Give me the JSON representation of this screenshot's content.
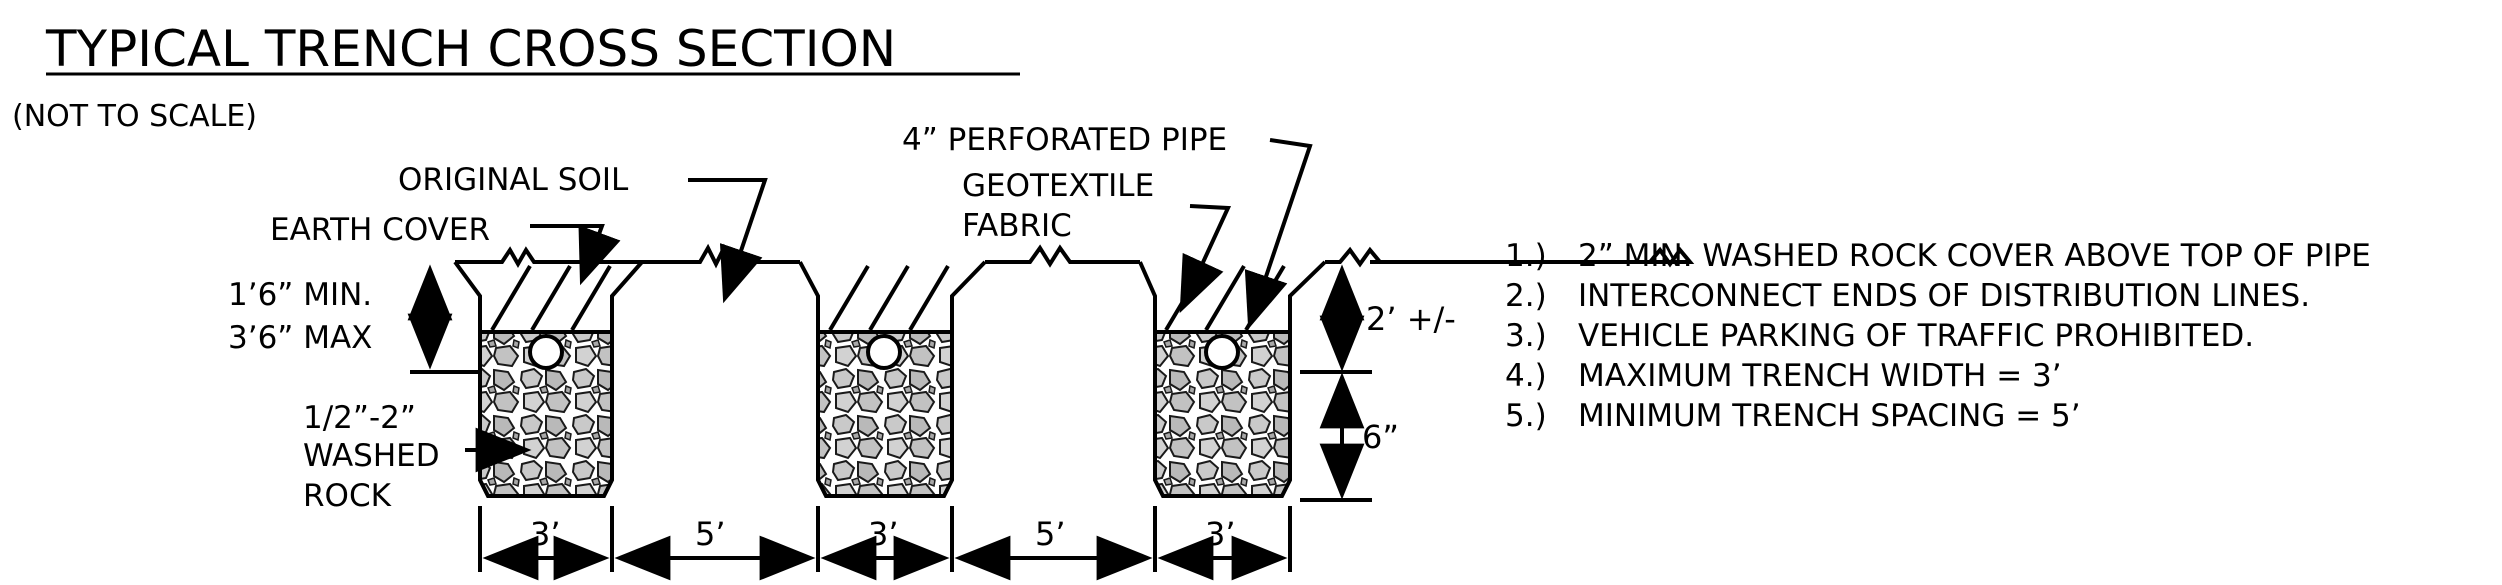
{
  "title": "TYPICAL TRENCH CROSS SECTION",
  "subtitle": "(NOT TO SCALE)",
  "labels": {
    "original_soil": "ORIGINAL SOIL",
    "earth_cover": "EARTH COVER",
    "depth_min": "1’6” MIN.",
    "depth_max": "3’6” MAX",
    "rock_line1": "1/2”-2”",
    "rock_line2": "WASHED",
    "rock_line3": "ROCK",
    "perforated_pipe": "4” PERFORATED PIPE",
    "geotextile_line1": "GEOTEXTILE",
    "geotextile_line2": "FABRIC",
    "depth_2ft": "2’ +/-",
    "depth_6in": "6”"
  },
  "dimensions": [
    "3’",
    "5’",
    "3’",
    "5’",
    "3’"
  ],
  "notes": [
    {
      "num": "1.)",
      "text": "2” MIN. WASHED ROCK COVER ABOVE TOP OF PIPE"
    },
    {
      "num": "2.)",
      "text": "INTERCONNECT ENDS OF DISTRIBUTION LINES."
    },
    {
      "num": "3.)",
      "text": "VEHICLE PARKING OF TRAFFIC PROHIBITED."
    },
    {
      "num": "4.)",
      "text": "MAXIMUM TRENCH WIDTH = 3’"
    },
    {
      "num": "5.)",
      "text": "MINIMUM TRENCH SPACING = 5’"
    }
  ],
  "colors": {
    "line": "#000000",
    "rock_fill": "#c8c8c8",
    "rock_stroke": "#202020",
    "background": "#ffffff"
  }
}
